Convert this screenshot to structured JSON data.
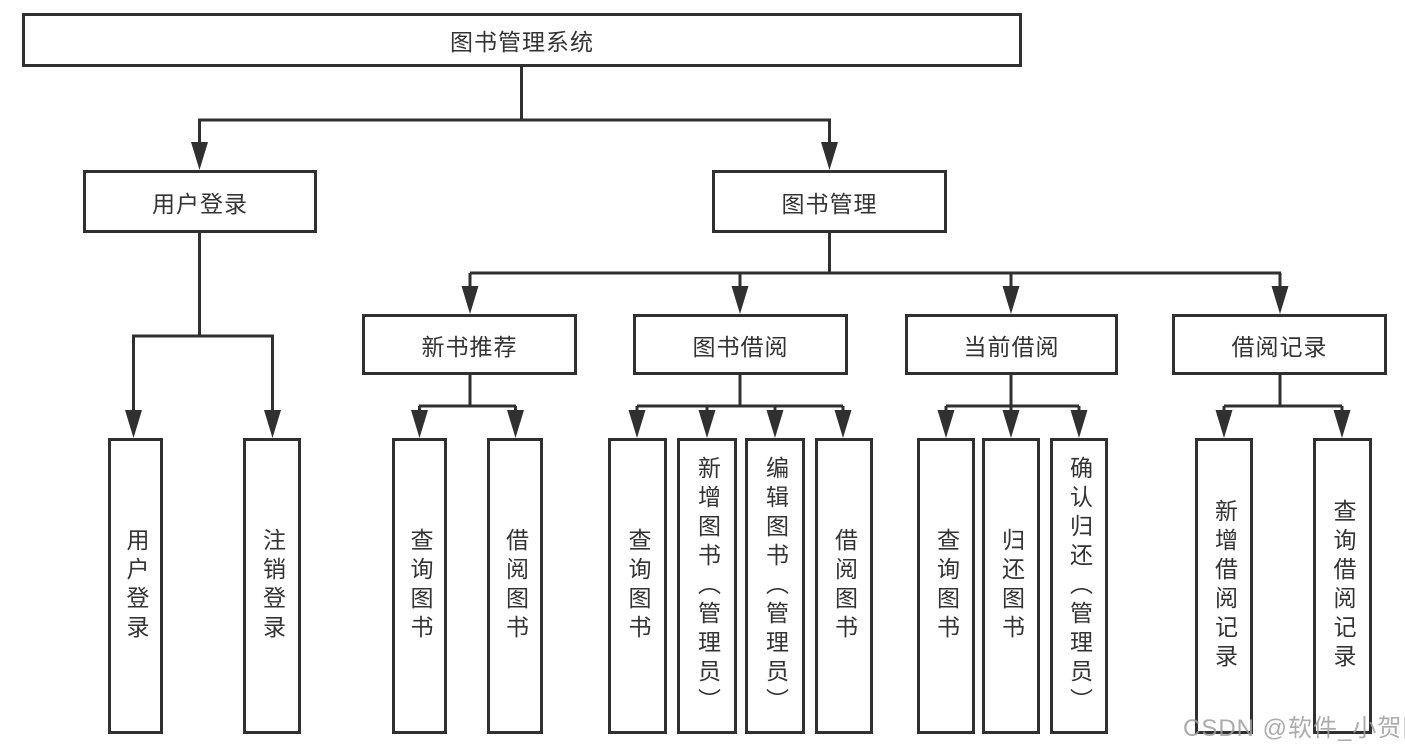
{
  "tree": {
    "root": {
      "label": "图书管理系统"
    },
    "level1": [
      {
        "label": "用户登录",
        "children": [
          {
            "label": "用户登录"
          },
          {
            "label": "注销登录"
          }
        ]
      },
      {
        "label": "图书管理",
        "children": [
          {
            "label": "新书推荐",
            "children": [
              {
                "label": "查询图书"
              },
              {
                "label": "借阅图书"
              }
            ]
          },
          {
            "label": "图书借阅",
            "children": [
              {
                "label": "查询图书"
              },
              {
                "label": "新增图书（管理员）"
              },
              {
                "label": "编辑图书（管理员）"
              },
              {
                "label": "借阅图书"
              }
            ]
          },
          {
            "label": "当前借阅",
            "children": [
              {
                "label": "查询图书"
              },
              {
                "label": "归还图书"
              },
              {
                "label": "确认归还（管理员）"
              }
            ]
          },
          {
            "label": "借阅记录",
            "children": [
              {
                "label": "新增借阅记录"
              },
              {
                "label": "查询借阅记录"
              }
            ]
          }
        ]
      }
    ]
  },
  "watermark": "CSDN @软件_小贺同学",
  "colors": {
    "line": "#303030",
    "text": "#333333",
    "watermark": "#9e9e9e",
    "background": "#ffffff"
  }
}
